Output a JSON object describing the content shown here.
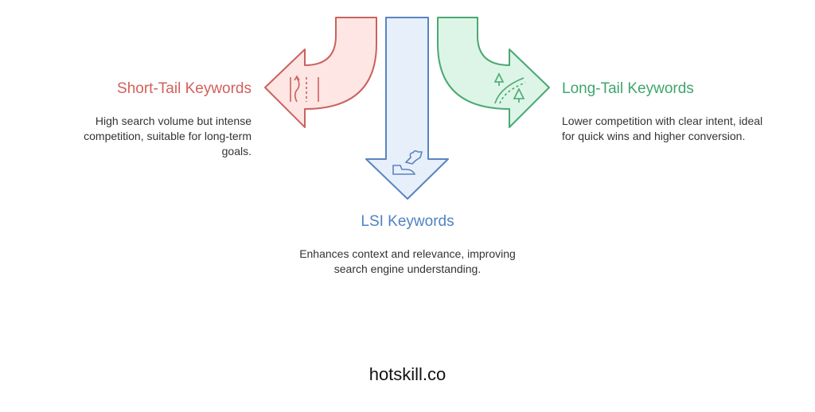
{
  "items": [
    {
      "title": "Short-Tail Keywords",
      "description": "High search volume but intense competition, suitable for long-term goals.",
      "icon": "winding-road-icon",
      "color": "#d2605c"
    },
    {
      "title": "LSI Keywords",
      "description": "Enhances context and relevance, improving search engine understanding.",
      "icon": "puzzle-piece-hand-icon",
      "color": "#4f82c4"
    },
    {
      "title": "Long-Tail Keywords",
      "description": "Lower competition with clear intent, ideal for quick wins and higher conversion.",
      "icon": "road-trees-icon",
      "color": "#3fa66b"
    }
  ],
  "footer": "hotskill.co"
}
